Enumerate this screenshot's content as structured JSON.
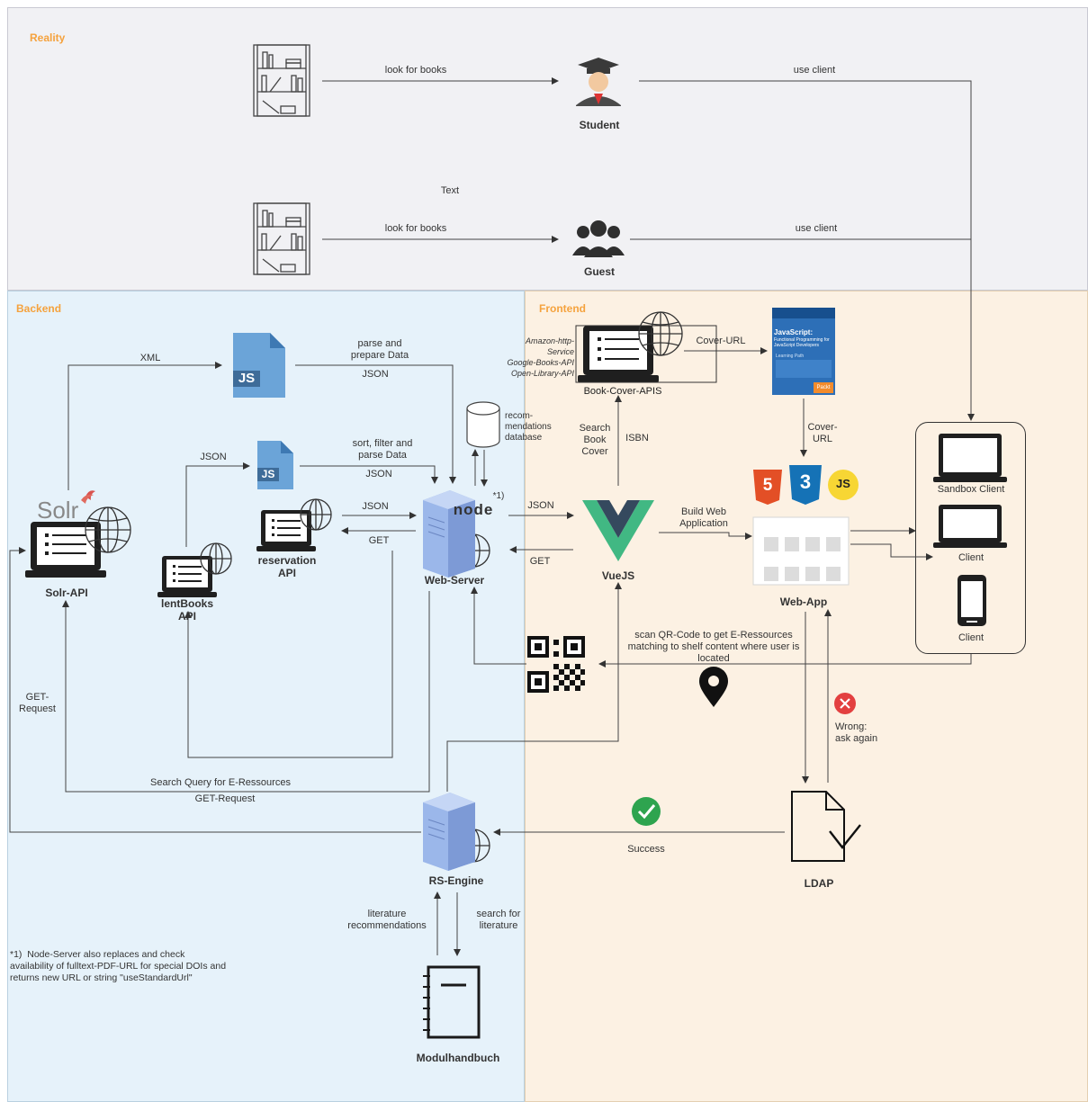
{
  "zones": {
    "reality": "Reality",
    "backend": "Backend",
    "frontend": "Frontend"
  },
  "nodes": {
    "student": "Student",
    "guest": "Guest",
    "solr_api": "Solr-API",
    "lentbooks_api": "lentBooks\nAPI",
    "reservation_api": "reservation\nAPI",
    "web_server": "Web-Server",
    "vuejs": "VueJS",
    "web_app": "Web-App",
    "book_cover_apis": "Book-Cover-APIS",
    "rs_engine": "RS-Engine",
    "ldap": "LDAP",
    "modulhandbuch": "Modulhandbuch",
    "sandbox_client": "Sandbox Client",
    "client_laptop": "Client",
    "client_phone": "Client",
    "recommendations_db": "recom-\nmendations\ndatabase",
    "solr_logo": "Solr"
  },
  "edges": {
    "look_for_books_1": "look for books",
    "look_for_books_2": "look for books",
    "use_client_1": "use client",
    "use_client_2": "use client",
    "text": "Text",
    "xml": "XML",
    "parse_prepare": "parse and\nprepare Data",
    "json_1": "JSON",
    "json_2": "JSON",
    "sort_filter": "sort, filter and\nparse Data",
    "json_3": "JSON",
    "json_4": "JSON",
    "get_1": "GET",
    "json_5": "JSON",
    "get_2": "GET",
    "cover_url_1": "Cover-URL",
    "cover_url_2": "Cover-\nURL",
    "isbn": "ISBN",
    "search_book_cover": "Search\nBook\nCover",
    "build_web_app": "Build Web\nApplication",
    "qr_text": "scan QR-Code to get E-Ressources\nmatching to shelf content where user is\nlocated",
    "get_request": "GET-\nRequest",
    "search_query": "Search Query for E-Ressources",
    "get_request_2": "GET-Request",
    "success": "Success",
    "wrong": "Wrong:\nask again",
    "lit_rec": "literature\nrecommendations",
    "search_lit": "search for\nliterature",
    "footnote_marker": "*1)"
  },
  "cover_services": "Amazon-http-\nService\nGoogle-Books-API\nOpen-Library-API",
  "book_cover": {
    "title": "JavaScript:",
    "subtitle": "Functional Programming for JavaScript Developers",
    "path": "Learning Path",
    "publisher": "Packt"
  },
  "web_badges": {
    "html": "5",
    "css": "3",
    "js": "JS"
  },
  "file_icons": {
    "js_big": "JS",
    "js_small": "JS"
  },
  "node_logo": "node",
  "footnote": "*1)  Node-Server also replaces and check\navailability of fulltext-PDF-URL for special DOIs and\nreturns new URL or string \"useStandardUrl\"",
  "colors": {
    "reality_bg": "#f1f1f4",
    "backend_bg": "#e6f2fa",
    "frontend_bg": "#fcf1e3",
    "zone_title": "#f5a23d",
    "vue_green": "#41b883",
    "vue_dark": "#35495e",
    "success": "#2ea44f",
    "error": "#e34040"
  }
}
